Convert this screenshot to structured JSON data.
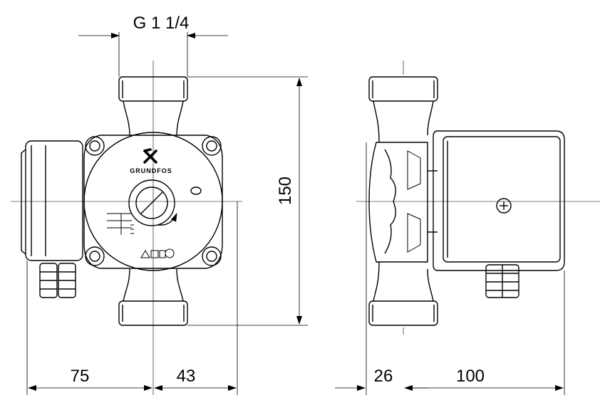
{
  "dimensions": {
    "pipe_thread": "G 1 1/4",
    "height": "150",
    "left_to_center": "75",
    "center_to_right": "43",
    "side_offset": "26",
    "motor_depth": "100"
  },
  "logo_text": "GRUNDFOS"
}
